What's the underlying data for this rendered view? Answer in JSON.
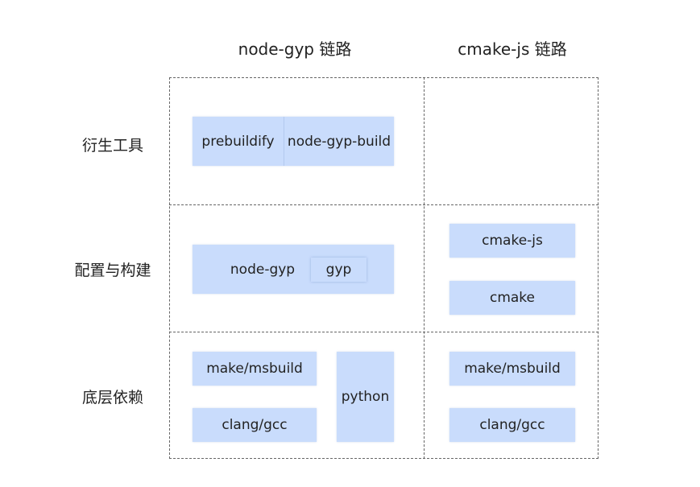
{
  "columns": {
    "nodegyp": "node-gyp 链路",
    "cmakejs": "cmake-js 链路"
  },
  "rows": {
    "derived": "衍生工具",
    "config": "配置与构建",
    "base": "底层依赖"
  },
  "nodes": {
    "prebuildify": "prebuildify",
    "node_gyp_build": "node-gyp-build",
    "node_gyp": "node-gyp",
    "gyp": "gyp",
    "make_msbuild_left": "make/msbuild",
    "clang_gcc_left": "clang/gcc",
    "python": "python",
    "cmake_js": "cmake-js",
    "cmake": "cmake",
    "make_msbuild_right": "make/msbuild",
    "clang_gcc_right": "clang/gcc"
  },
  "colors": {
    "node_fill": "#c9dcfc",
    "border": "#666666"
  }
}
